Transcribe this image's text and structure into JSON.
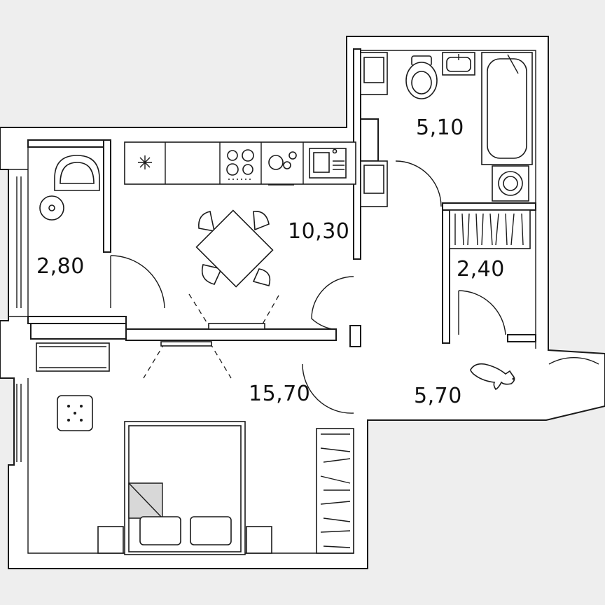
{
  "rooms": [
    {
      "id": "bathroom",
      "area": "5,10"
    },
    {
      "id": "kitchen",
      "area": "10,30"
    },
    {
      "id": "balcony",
      "area": "2,80"
    },
    {
      "id": "storage",
      "area": "2,40"
    },
    {
      "id": "living-room",
      "area": "15,70"
    },
    {
      "id": "hallway",
      "area": "5,70"
    }
  ],
  "colors": {
    "background": "#eeeeee",
    "floor": "#ffffff",
    "lines": "#1a1a1a",
    "bed-fill": "#d8d8d8"
  },
  "icons": [
    "stove-icon",
    "sink-icon",
    "toilet-icon",
    "bathtub-icon",
    "washing-machine-icon",
    "bed-icon",
    "dining-table-icon",
    "armchair-icon",
    "cat-icon",
    "snowflake-icon"
  ]
}
